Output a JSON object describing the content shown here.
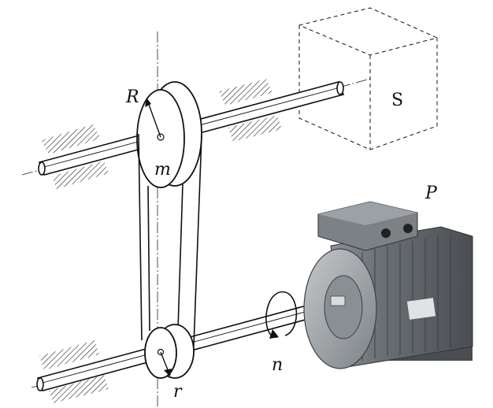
{
  "labels": {
    "R": "R",
    "S": "S",
    "m": "m",
    "P": "P",
    "n": "n",
    "r": "r"
  },
  "colors": {
    "line": "#111111",
    "motor_body": "#6f7478",
    "motor_dark": "#3c4044",
    "motor_light": "#a9aeb2",
    "hatch": "#111111"
  }
}
